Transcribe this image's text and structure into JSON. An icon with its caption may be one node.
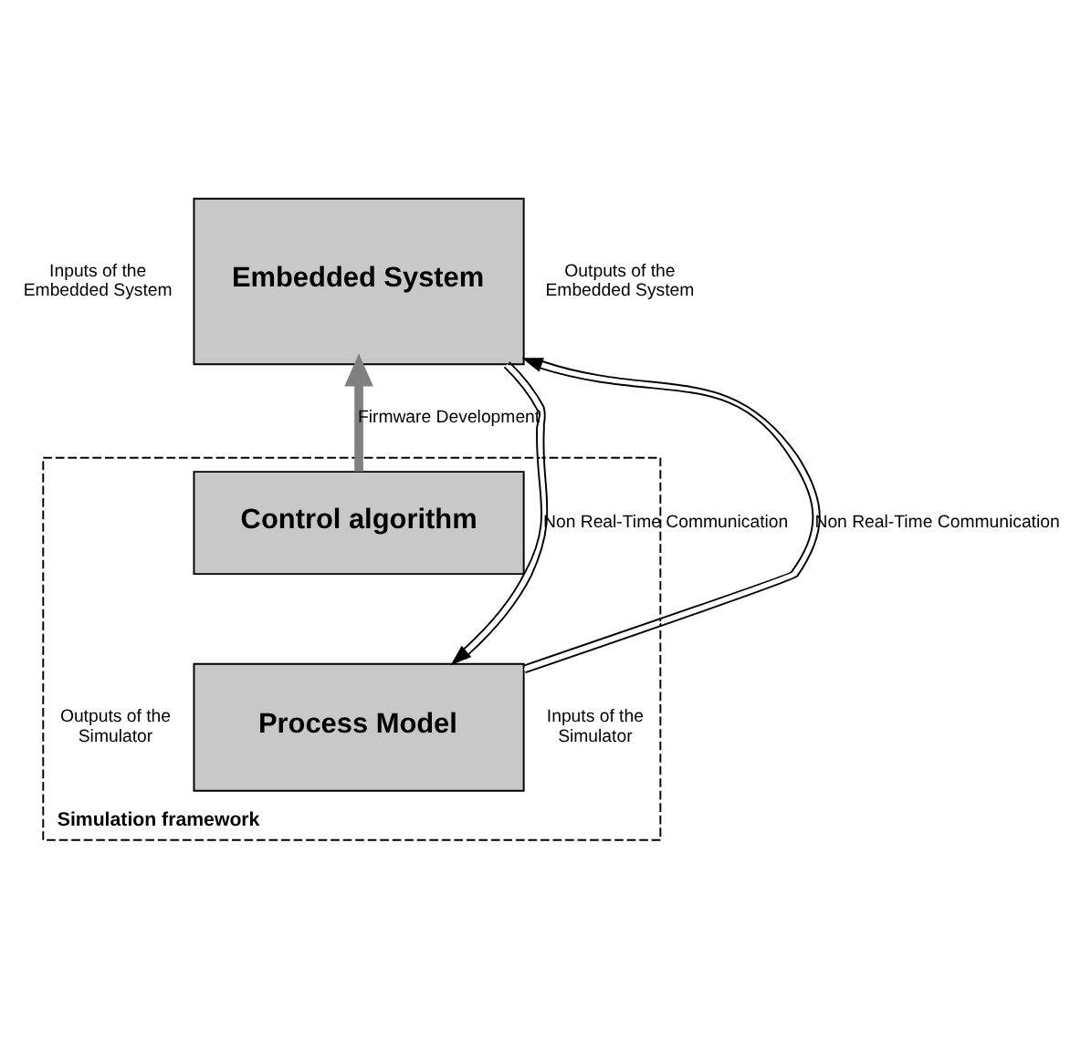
{
  "diagram": {
    "nodes": [
      {
        "text": [
          "Embedded System"
        ],
        "beside": [
          "Inputs of the Embedded System",
          "Outputs of the Embedded System"
        ]
      },
      {
        "text": [
          "Simulation framework"
        ]
      },
      {
        "text": [
          "Control algorithm"
        ],
        "in": 1
      },
      {
        "text": [
          "Process Model"
        ],
        "in": 1,
        "beside": [
          "Outputs of the Simulator",
          "Inputs of the Simulator"
        ]
      }
    ],
    "edges": [
      {
        "from": 3,
        "to": 0,
        "arrow": "to",
        "label": "Non Real-Time Communication"
      },
      {
        "from": 0,
        "to": 3,
        "arrow": "to",
        "label": "Non Real-Time Communication"
      },
      {
        "from": 2,
        "to": 0,
        "arrow": "to",
        "label": "Firmware Development",
        "style": "thick",
        "color": "#808080"
      }
    ]
  }
}
